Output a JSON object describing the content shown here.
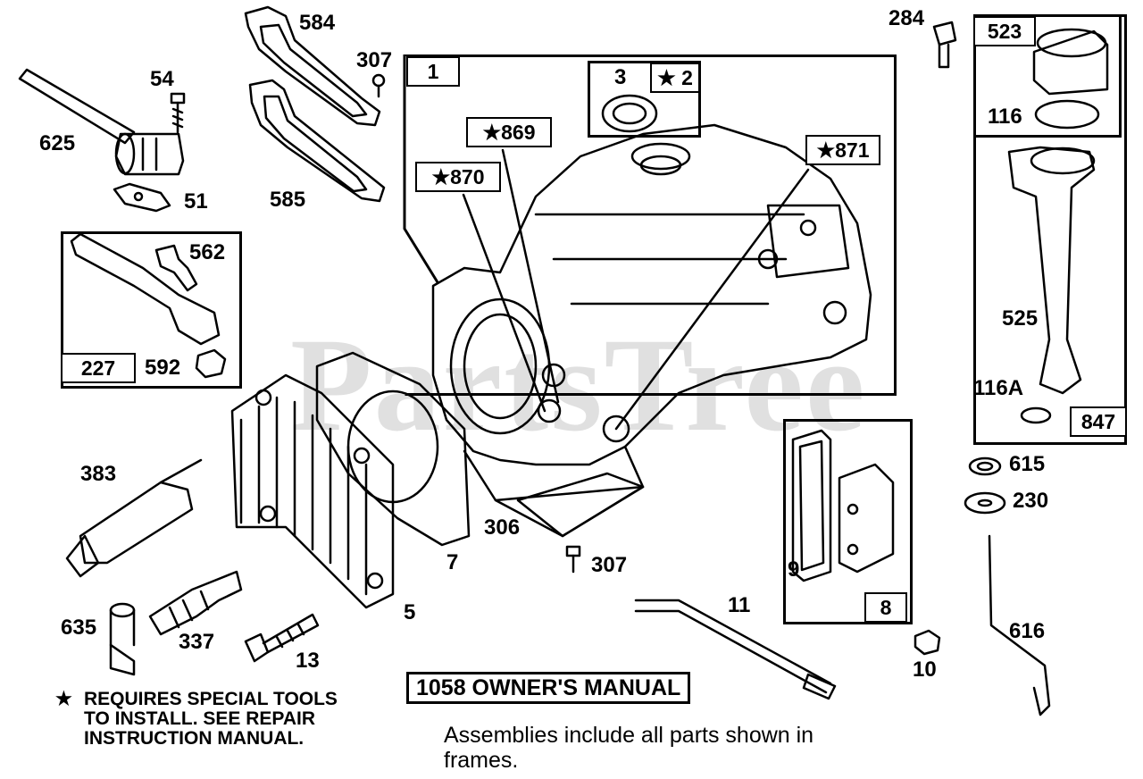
{
  "watermark": "PartsTree",
  "callouts": {
    "c625": "625",
    "c54": "54",
    "c51": "51",
    "c584": "584",
    "c307a": "307",
    "c585": "585",
    "c562": "562",
    "c227": "227",
    "c592": "592",
    "c1": "1",
    "c3": "3",
    "c2": "★ 2",
    "c869": "★869",
    "c870": "★870",
    "c871": "★871",
    "c284": "284",
    "c523": "523",
    "c116": "116",
    "c525": "525",
    "c116a": "116A",
    "c847": "847",
    "c615": "615",
    "c230": "230",
    "c383": "383",
    "c7": "7",
    "c306": "306",
    "c307b": "307",
    "c9": "9",
    "c8": "8",
    "c635": "635",
    "c337": "337",
    "c13": "13",
    "c5": "5",
    "c11": "11",
    "c10": "10",
    "c616": "616"
  },
  "note": {
    "star": "★",
    "line1": "REQUIRES SPECIAL TOOLS",
    "line2": "TO INSTALL.  SEE REPAIR",
    "line3": "INSTRUCTION MANUAL."
  },
  "manual_label": "1058 OWNER'S MANUAL",
  "footer_line1": "Assemblies include all parts shown in",
  "footer_line2": "frames."
}
